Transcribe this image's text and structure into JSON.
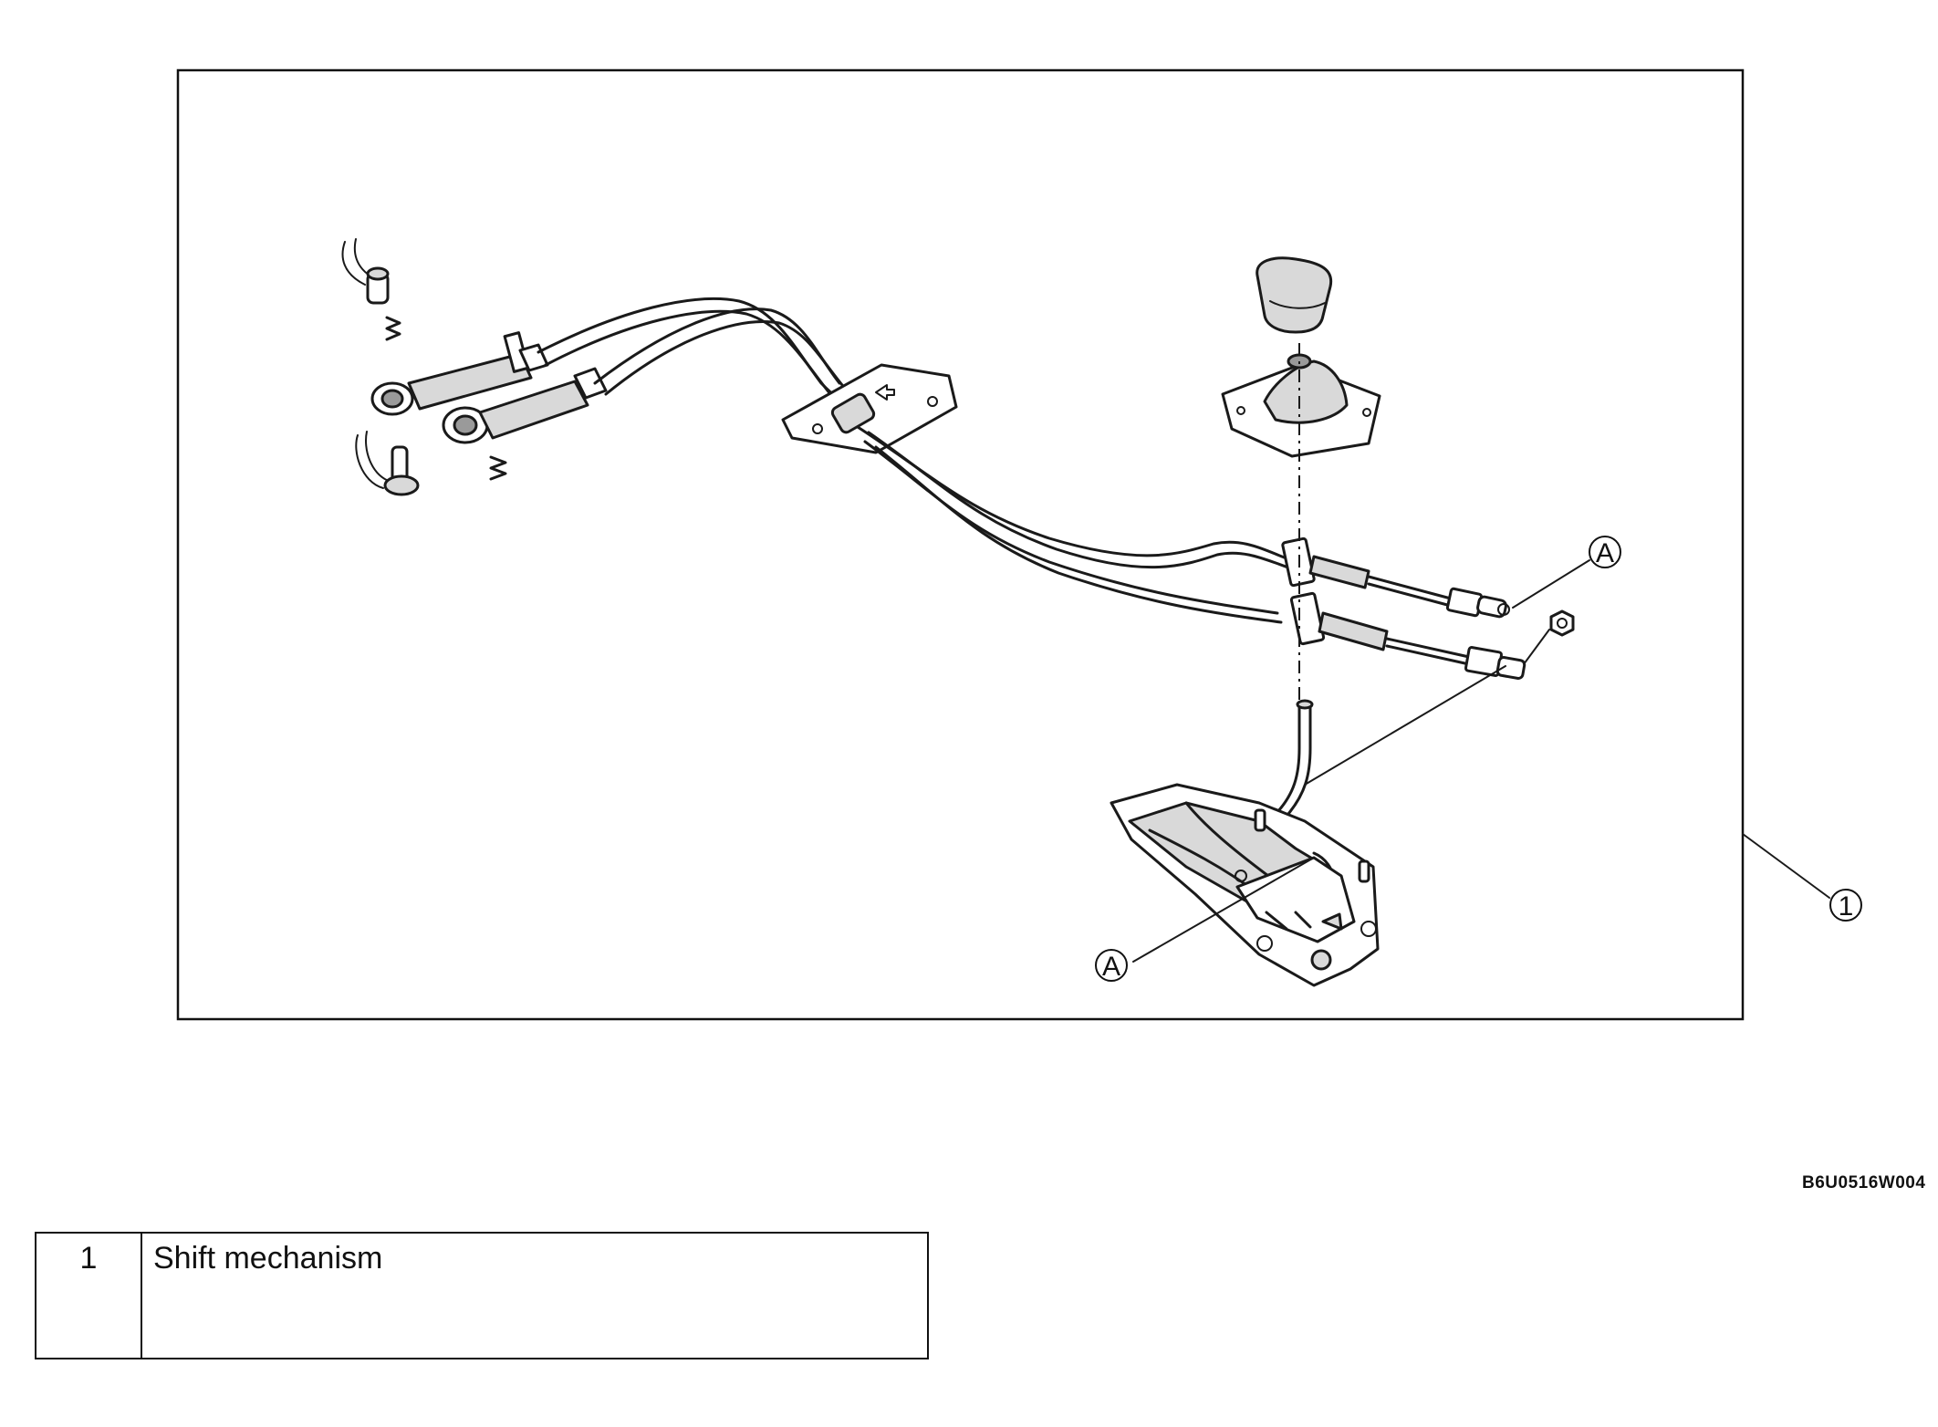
{
  "callouts": {
    "item_1": "1",
    "ref_a_upper": "A",
    "ref_a_lower": "A"
  },
  "figure_code": "B6U0516W004",
  "legend": [
    {
      "number": "1",
      "description": "Shift mechanism"
    }
  ]
}
